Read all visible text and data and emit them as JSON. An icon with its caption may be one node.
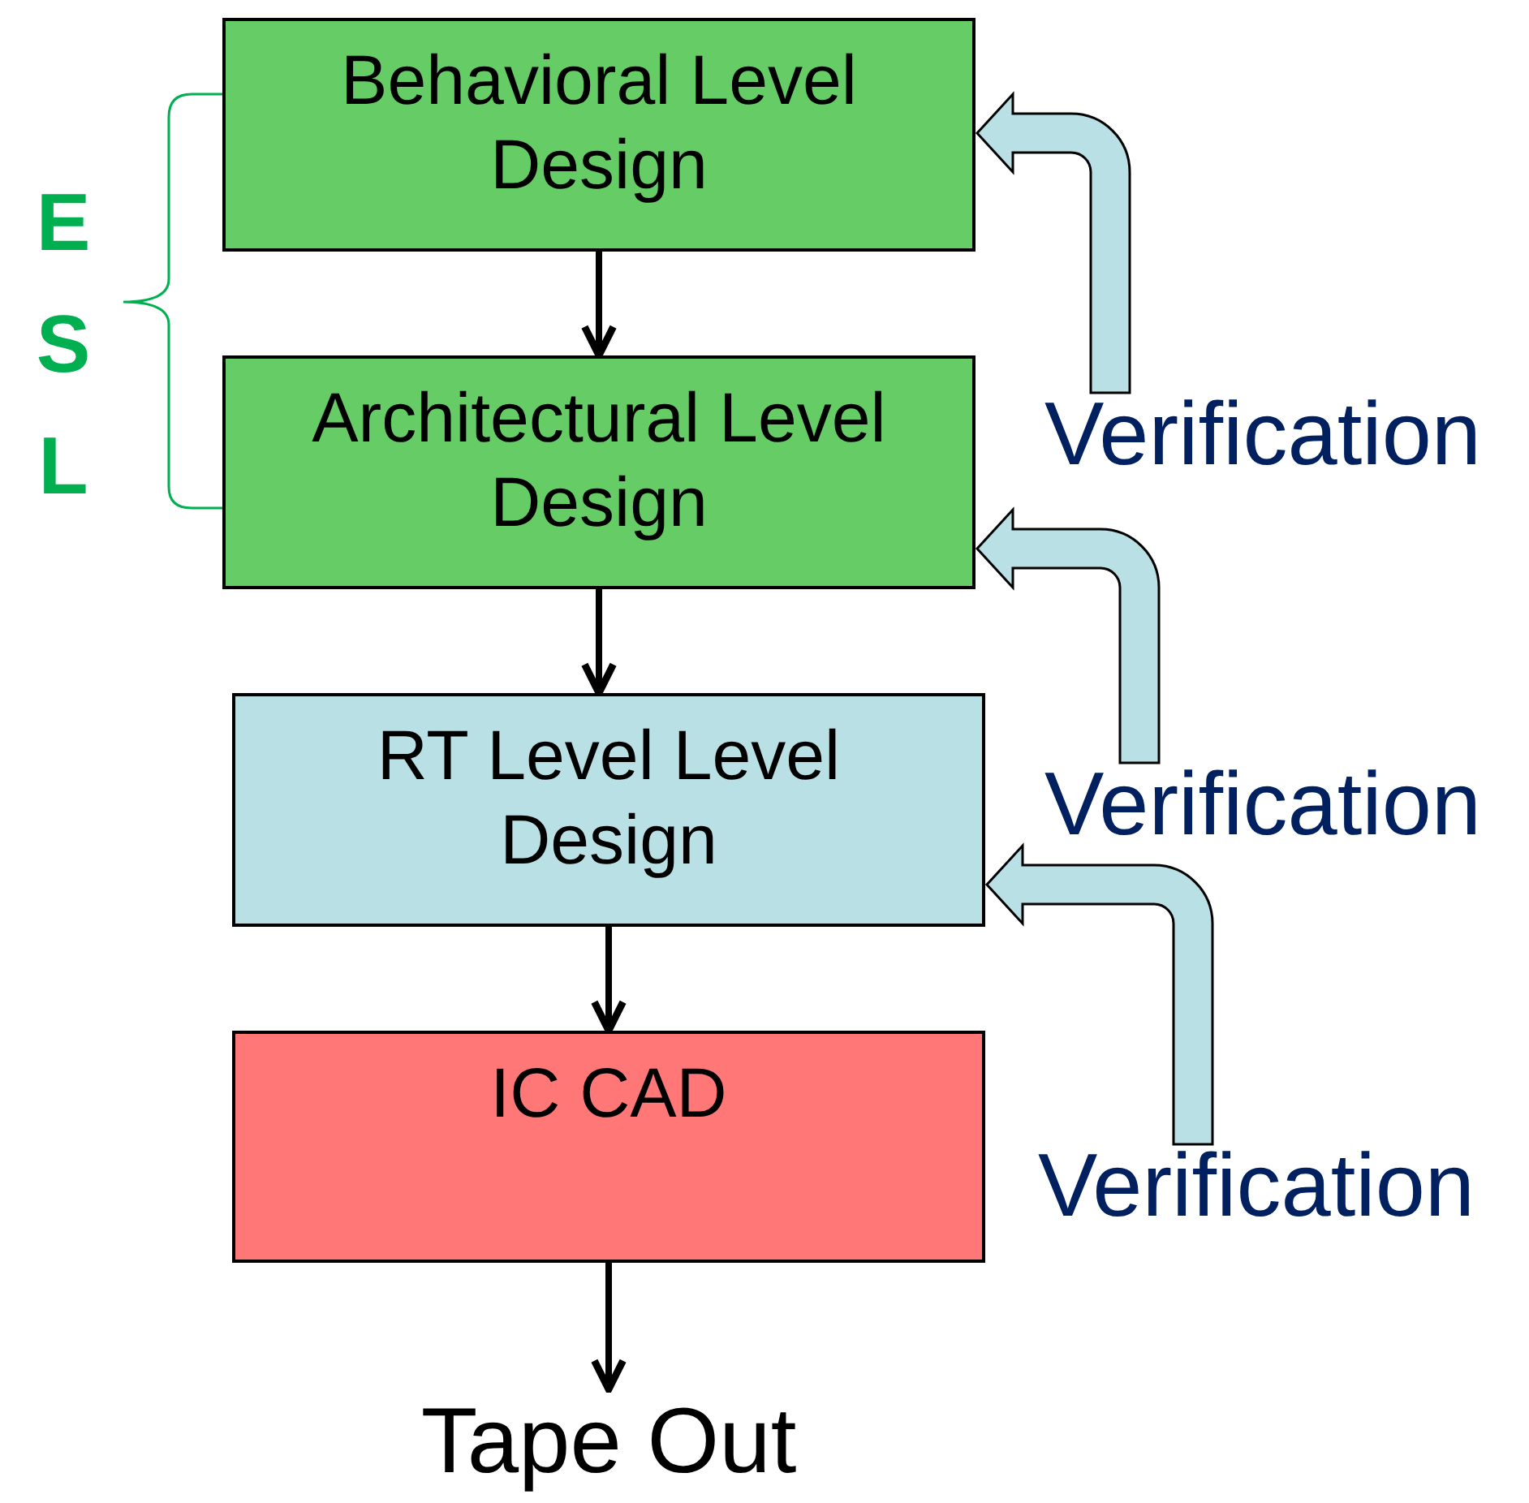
{
  "diagram": {
    "nodes": [
      {
        "text": [
          "Behavioral Level Design"
        ]
      },
      {
        "text": [
          "Architectural Level Design"
        ]
      },
      {
        "text": [
          "RT Level Level Design"
        ]
      },
      {
        "text": [
          "IC CAD"
        ]
      },
      {
        "text": [
          "Tape Out"
        ]
      },
      {
        "text": [
          "Verification"
        ]
      },
      {
        "text": [
          "Verification"
        ]
      },
      {
        "text": [
          "Verification"
        ]
      }
    ],
    "edges": [
      {
        "from": 0,
        "to": 1,
        "arrow": "to"
      },
      {
        "from": 1,
        "to": 2,
        "arrow": "to"
      },
      {
        "from": 2,
        "to": 3,
        "arrow": "to"
      },
      {
        "from": 3,
        "to": 4,
        "arrow": "to"
      },
      {
        "from": 5,
        "to": 0,
        "arrow": "to",
        "style": "thick",
        "color": "#b9e0e4"
      },
      {
        "from": 6,
        "to": 1,
        "arrow": "to",
        "style": "thick",
        "color": "#b9e0e4"
      },
      {
        "from": 7,
        "to": 2,
        "arrow": "to",
        "style": "thick",
        "color": "#b9e0e4"
      }
    ],
    "labels": [
      "ESL"
    ]
  }
}
